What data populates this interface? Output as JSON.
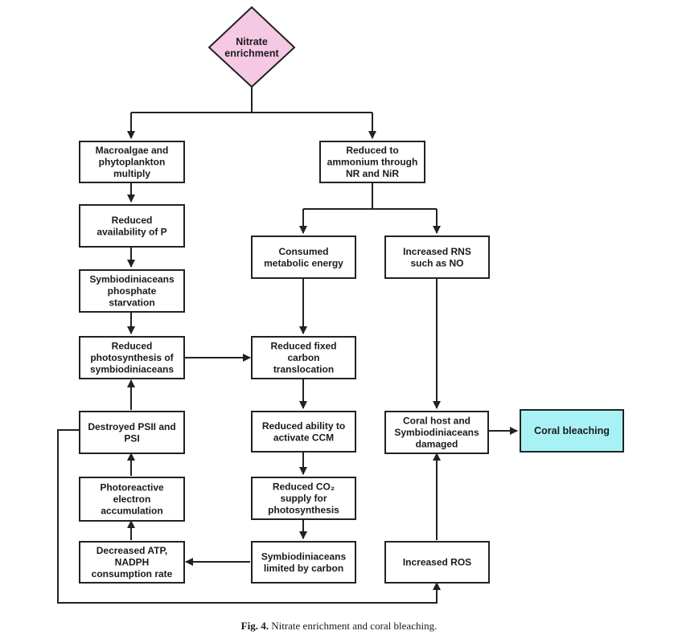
{
  "diagram": {
    "colors": {
      "start_fill": "#f5c9e3",
      "end_fill": "#a8f2f5",
      "stroke": "#222222"
    },
    "nodes": {
      "nitrate": [
        "Nitrate",
        "enrichment"
      ],
      "macroalgae": [
        "Macroalgae and",
        "phytoplankton",
        "multiply"
      ],
      "reduced_ammonium": [
        "Reduced to",
        "ammonium through",
        "NR and NiR"
      ],
      "reduced_p": [
        "Reduced",
        "availability of P"
      ],
      "consumed_energy": [
        "Consumed",
        "metabolic energy"
      ],
      "increased_rns": [
        "Increased RNS",
        "such as NO"
      ],
      "phosphate_starvation": [
        "Symbiodiniaceans",
        "phosphate",
        "starvation"
      ],
      "reduced_photosynthesis": [
        "Reduced",
        "photosynthesis of",
        "symbiodiniaceans"
      ],
      "reduced_fixed_carbon": [
        "Reduced fixed",
        "carbon",
        "translocation"
      ],
      "destroyed_psii": [
        "Destroyed PSII and",
        "PSI"
      ],
      "reduced_ccm": [
        "Reduced ability to",
        "activate CCM"
      ],
      "coral_damaged": [
        "Coral host and",
        "Symbiodiniaceans",
        "damaged"
      ],
      "coral_bleaching": [
        "Coral bleaching"
      ],
      "photoreactive": [
        "Photoreactive",
        "electron",
        "accumulation"
      ],
      "reduced_co2": [
        "Reduced CO₂",
        "supply for",
        "photosynthesis"
      ],
      "decreased_atp": [
        "Decreased ATP,",
        "NADPH",
        "consumption rate"
      ],
      "limited_carbon": [
        "Symbiodiniaceans",
        "limited by carbon"
      ],
      "increased_ros": [
        "Increased ROS"
      ]
    }
  },
  "caption": {
    "label": "Fig. 4.",
    "text": "Nitrate enrichment and coral bleaching."
  }
}
